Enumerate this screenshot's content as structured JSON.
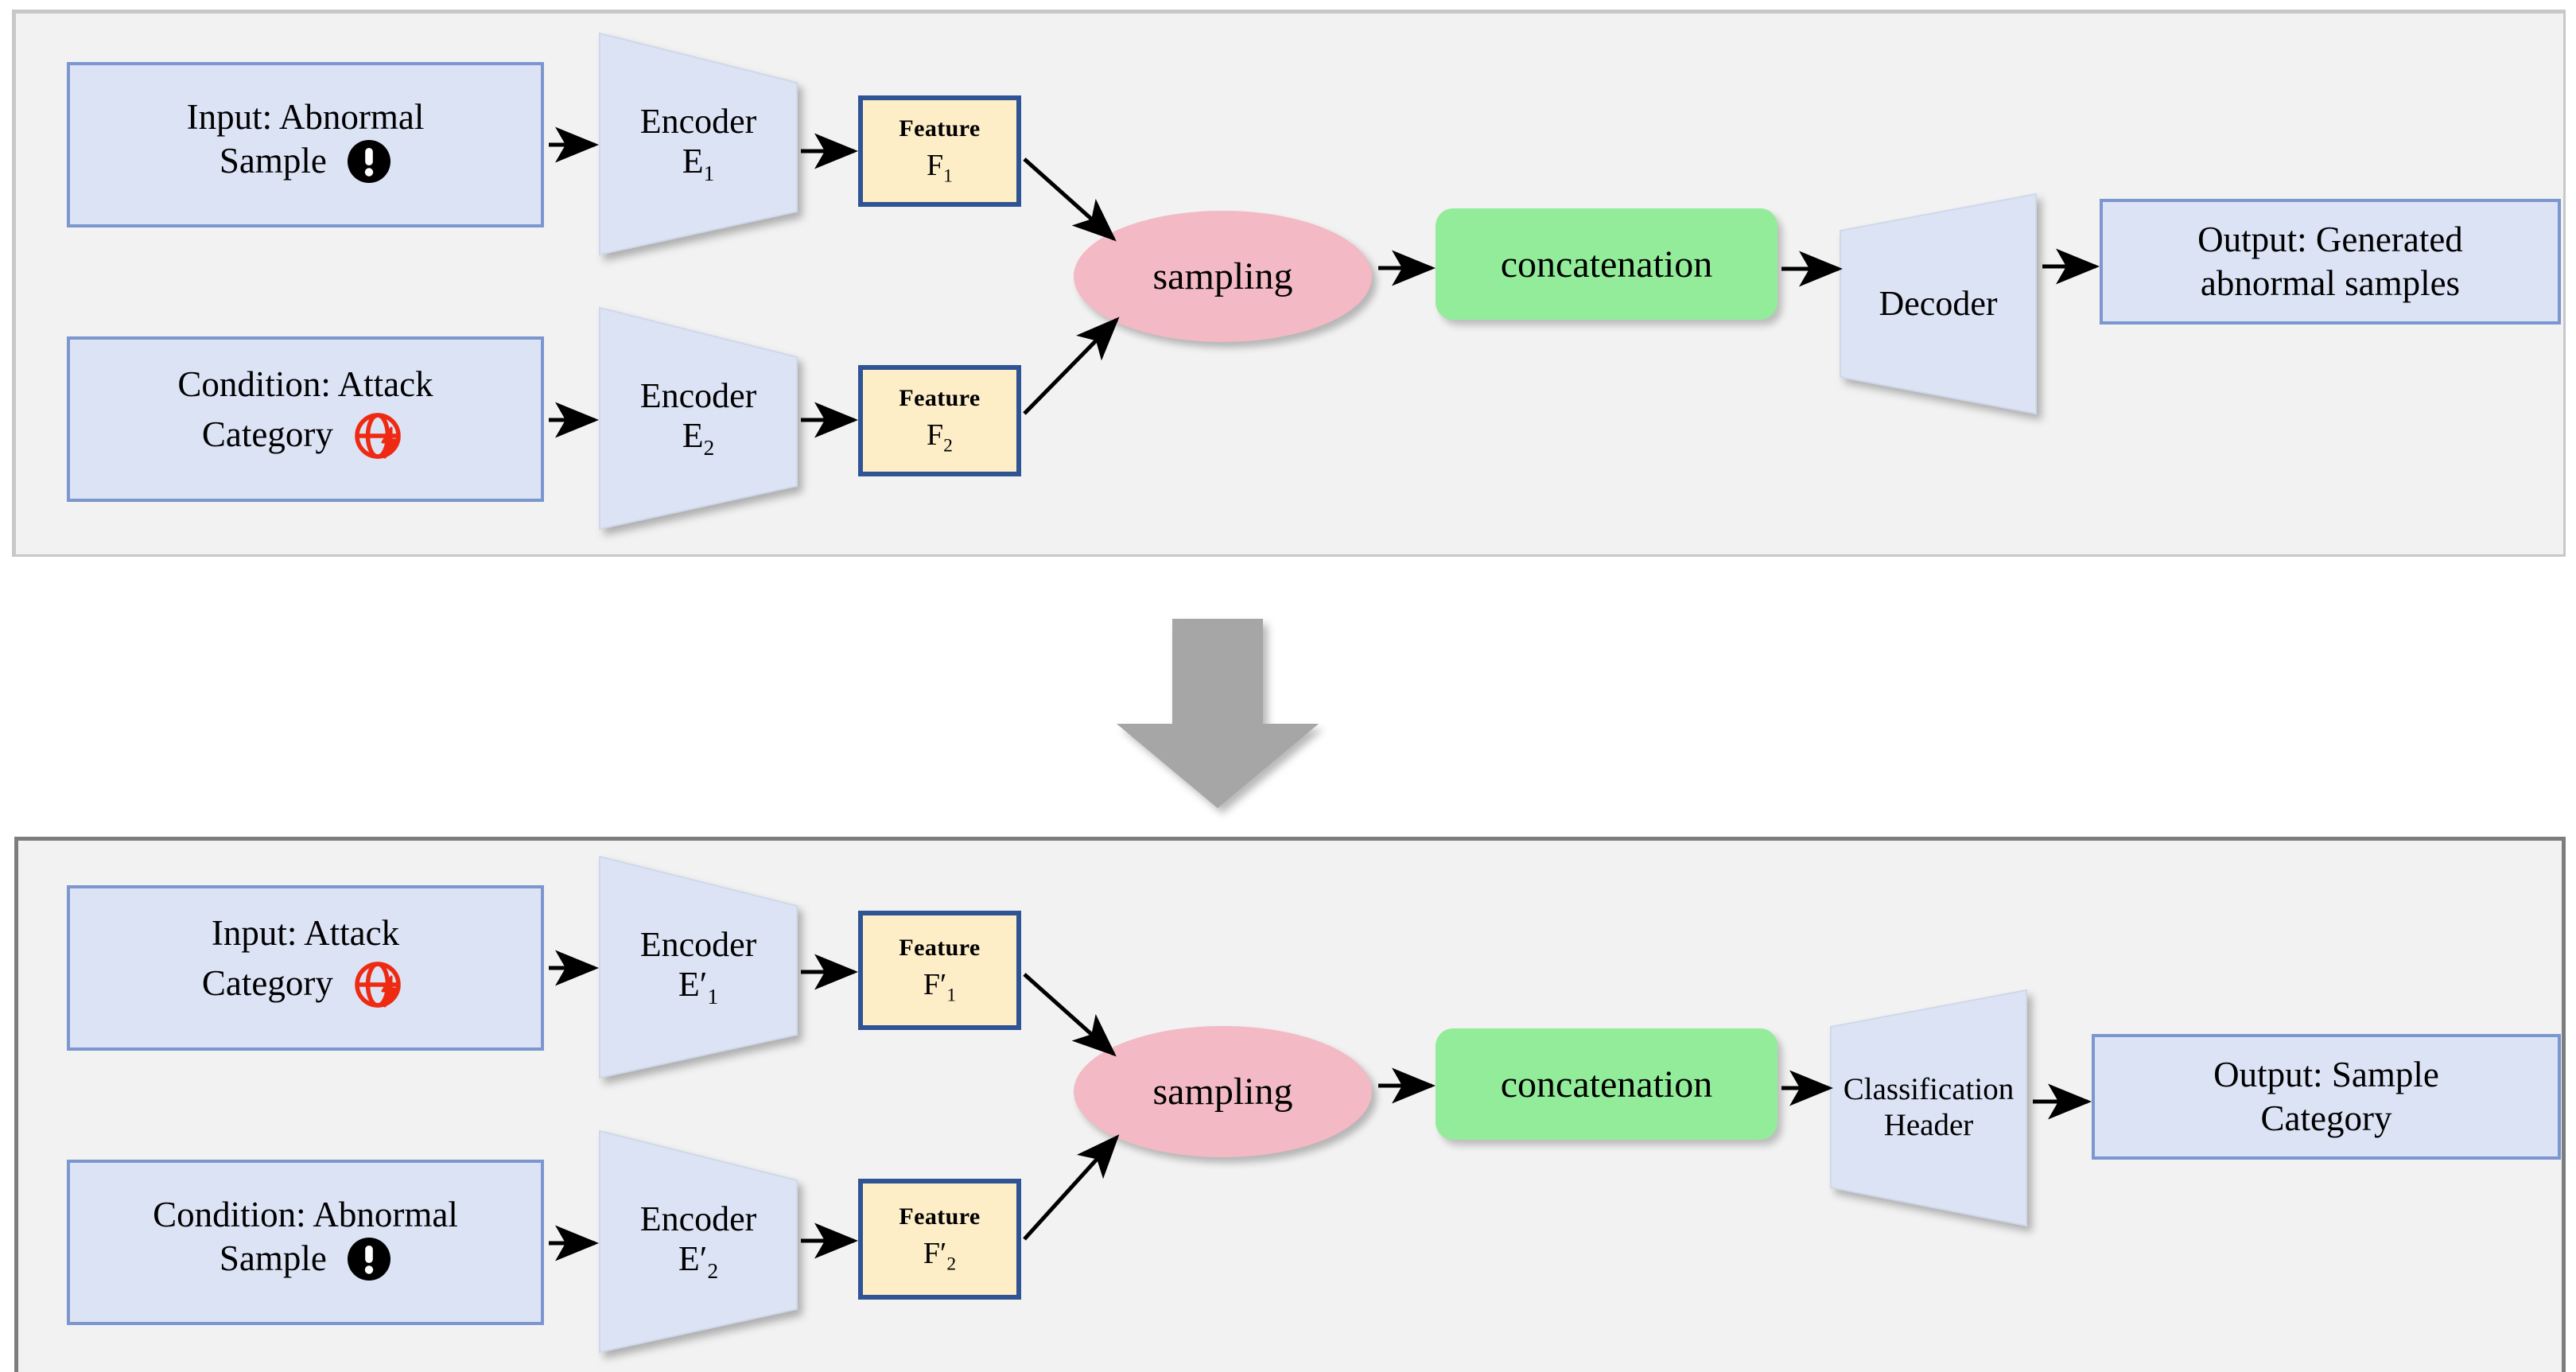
{
  "diagram": {
    "title": "Conditional VAE generation and classification pipeline",
    "colors": {
      "panel_bg": "#f2f2f2",
      "box_fill": "#dce3f5",
      "box_border": "#7c97cf",
      "feature_fill": "#fdeec8",
      "feature_border": "#2f5496",
      "sampling_fill": "#f3b9c4",
      "concat_fill": "#93ec9a",
      "trapezoid_fill": "#dce3f5",
      "big_arrow": "#a6a6a6",
      "alert_icon": "#000000",
      "globe_icon": "#ee2a12"
    },
    "flow_arrow": {
      "name": "down-arrow",
      "direction": "down"
    }
  },
  "top_panel": {
    "name": "generation-stage",
    "input_box": {
      "line1": "Input: Abnormal",
      "line2": "Sample",
      "icon": "alert-circle-icon"
    },
    "condition_box": {
      "line1": "Condition: Attack",
      "line2": "Category",
      "icon": "globe-attack-icon"
    },
    "encoder1": {
      "line1": "Encoder",
      "line2": "E",
      "sub": "1"
    },
    "encoder2": {
      "line1": "Encoder",
      "line2": "E",
      "sub": "2"
    },
    "feature1": {
      "label": "Feature",
      "value": "F",
      "sub": "1"
    },
    "feature2": {
      "label": "Feature",
      "value": "F",
      "sub": "2"
    },
    "sampling": "sampling",
    "concatenation": "concatenation",
    "decoder": "Decoder",
    "output_box": {
      "line1": "Output: Generated",
      "line2": "abnormal samples"
    }
  },
  "bottom_panel": {
    "name": "classification-stage",
    "input_box": {
      "line1": "Input: Attack",
      "line2": "Category",
      "icon": "globe-attack-icon"
    },
    "condition_box": {
      "line1": "Condition: Abnormal",
      "line2": "Sample",
      "icon": "alert-circle-icon"
    },
    "encoder1": {
      "line1": "Encoder",
      "line2": "E′",
      "sub": "1"
    },
    "encoder2": {
      "line1": "Encoder",
      "line2": "E′",
      "sub": "2"
    },
    "feature1": {
      "label": "Feature",
      "value": "F′",
      "sub": "1"
    },
    "feature2": {
      "label": "Feature",
      "value": "F′",
      "sub": "2"
    },
    "sampling": "sampling",
    "concatenation": "concatenation",
    "classifier": {
      "line1": "Classification",
      "line2": "Header"
    },
    "output_box": {
      "line1": "Output: Sample",
      "line2": "Category"
    }
  }
}
